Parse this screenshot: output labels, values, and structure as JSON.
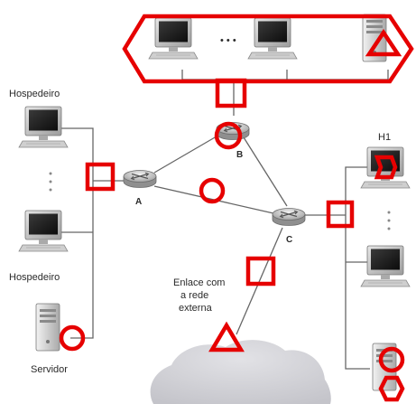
{
  "labels": {
    "host_top": "Hospedeiro",
    "host_bottom": "Hospedeiro",
    "server": "Servidor",
    "router_a": "A",
    "router_b": "B",
    "router_c": "C",
    "h1": "H1",
    "external_link_line1": "Enlace com",
    "external_link_line2": "a rede",
    "external_link_line3": "externa",
    "ellipsis_top": "• • •"
  },
  "colors": {
    "annotation": "#e60000",
    "link": "#666666",
    "cloud": "#cfcfd3"
  },
  "icons": [
    "computer-icon",
    "server-icon",
    "router-icon",
    "cloud-icon"
  ]
}
